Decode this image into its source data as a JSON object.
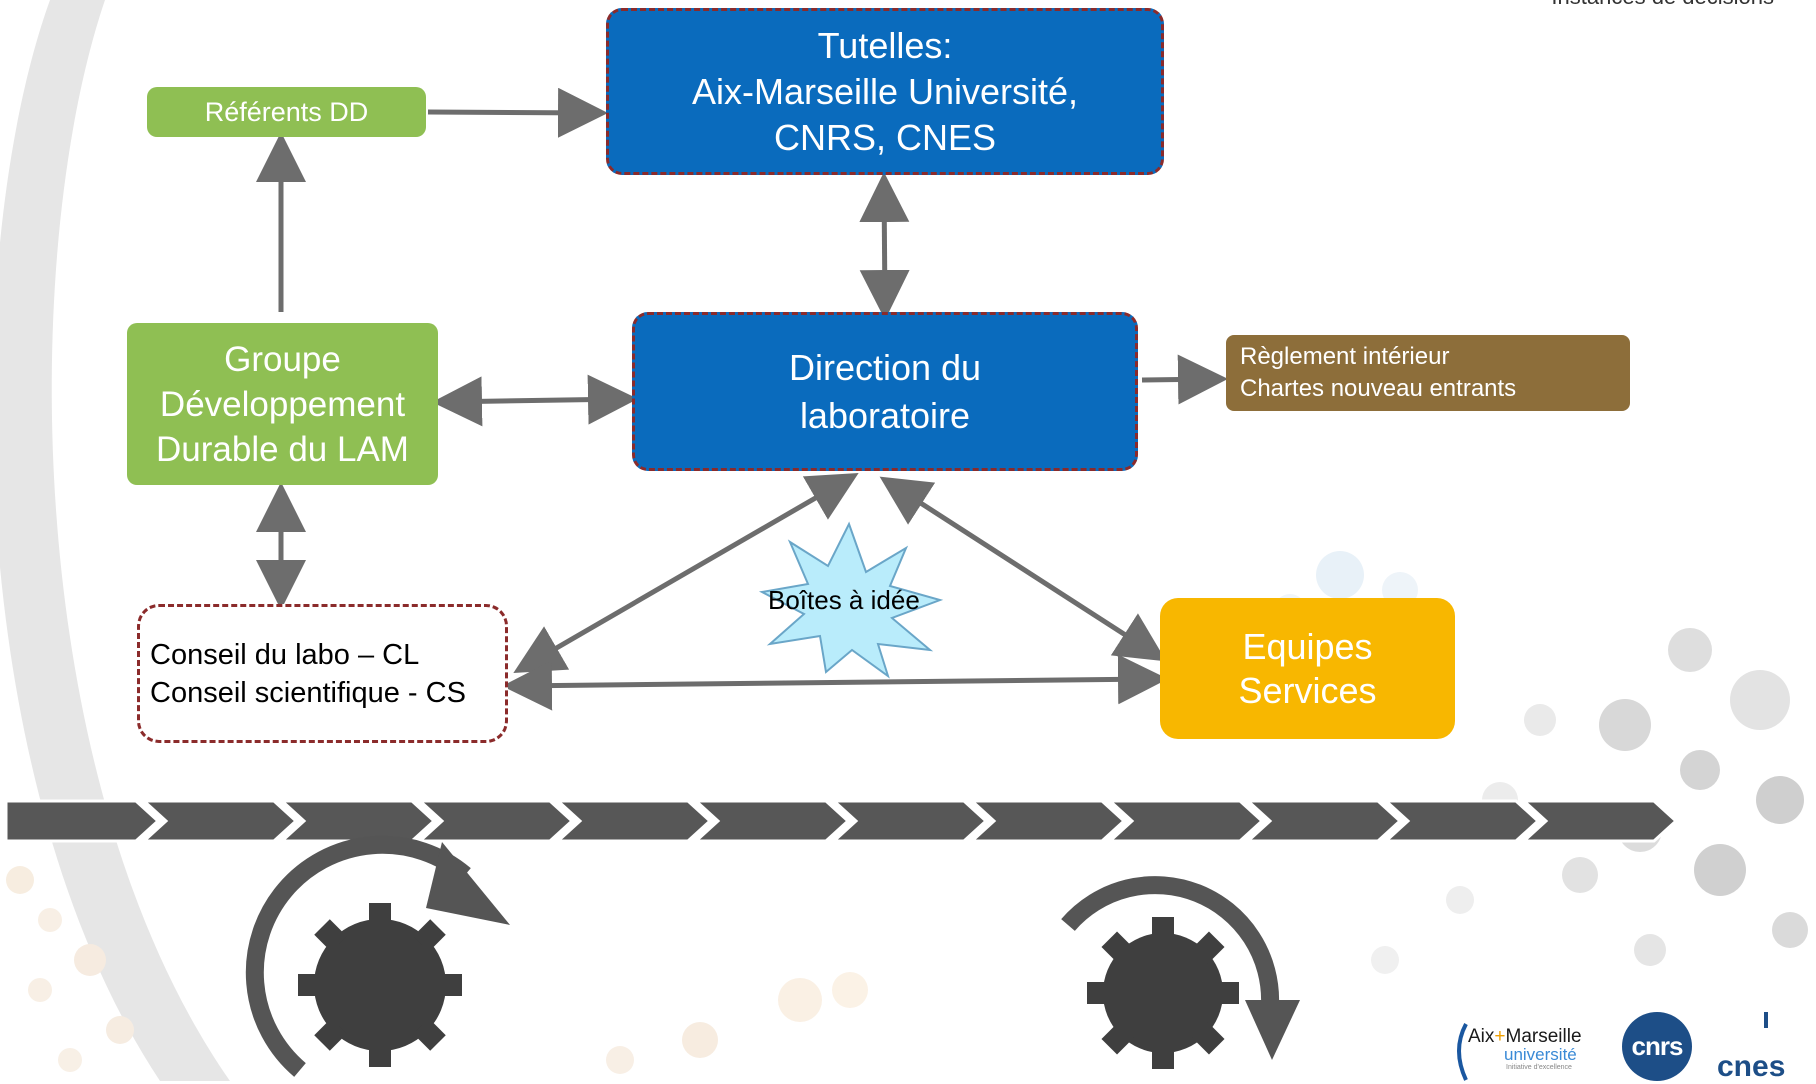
{
  "header": {
    "corner_text": "Instances de décisions"
  },
  "nodes": {
    "tutelles": {
      "lines": [
        "Tutelles:",
        "Aix-Marseille Université,",
        "CNRS, CNES"
      ]
    },
    "referents": {
      "label": "Référents DD"
    },
    "direction": {
      "lines": [
        "Direction du",
        "laboratoire"
      ]
    },
    "groupe": {
      "lines": [
        "Groupe",
        "Développement",
        "Durable du LAM"
      ]
    },
    "reglement": {
      "lines": [
        "Règlement intérieur",
        "Chartes nouveau entrants"
      ]
    },
    "conseils": {
      "lines": [
        "Conseil du labo – CL",
        "Conseil scientifique - CS"
      ]
    },
    "equipes": {
      "lines": [
        "Equipes",
        "Services"
      ]
    },
    "boites": {
      "label": "Boîtes à idée"
    }
  },
  "logos": {
    "amu": {
      "line1": "Aix",
      "plus": "+",
      "line1b": "Marseille",
      "line2": "université",
      "line3": "Initiative d'excellence"
    },
    "cnrs": {
      "text": "cnrs"
    },
    "cnes": {
      "text": "cnes"
    }
  },
  "colors": {
    "blue": "#0a6bbd",
    "green": "#8fbf53",
    "brown": "#8d6e3a",
    "yellow": "#f8b700",
    "dash": "#8b2b2b",
    "arrow": "#6d6d6d",
    "chevron": "#575757",
    "gear": "#3f3f3f"
  },
  "icons": [
    "gear-icon",
    "rotation-arrow-icon",
    "chevron-band",
    "starburst-icon"
  ]
}
